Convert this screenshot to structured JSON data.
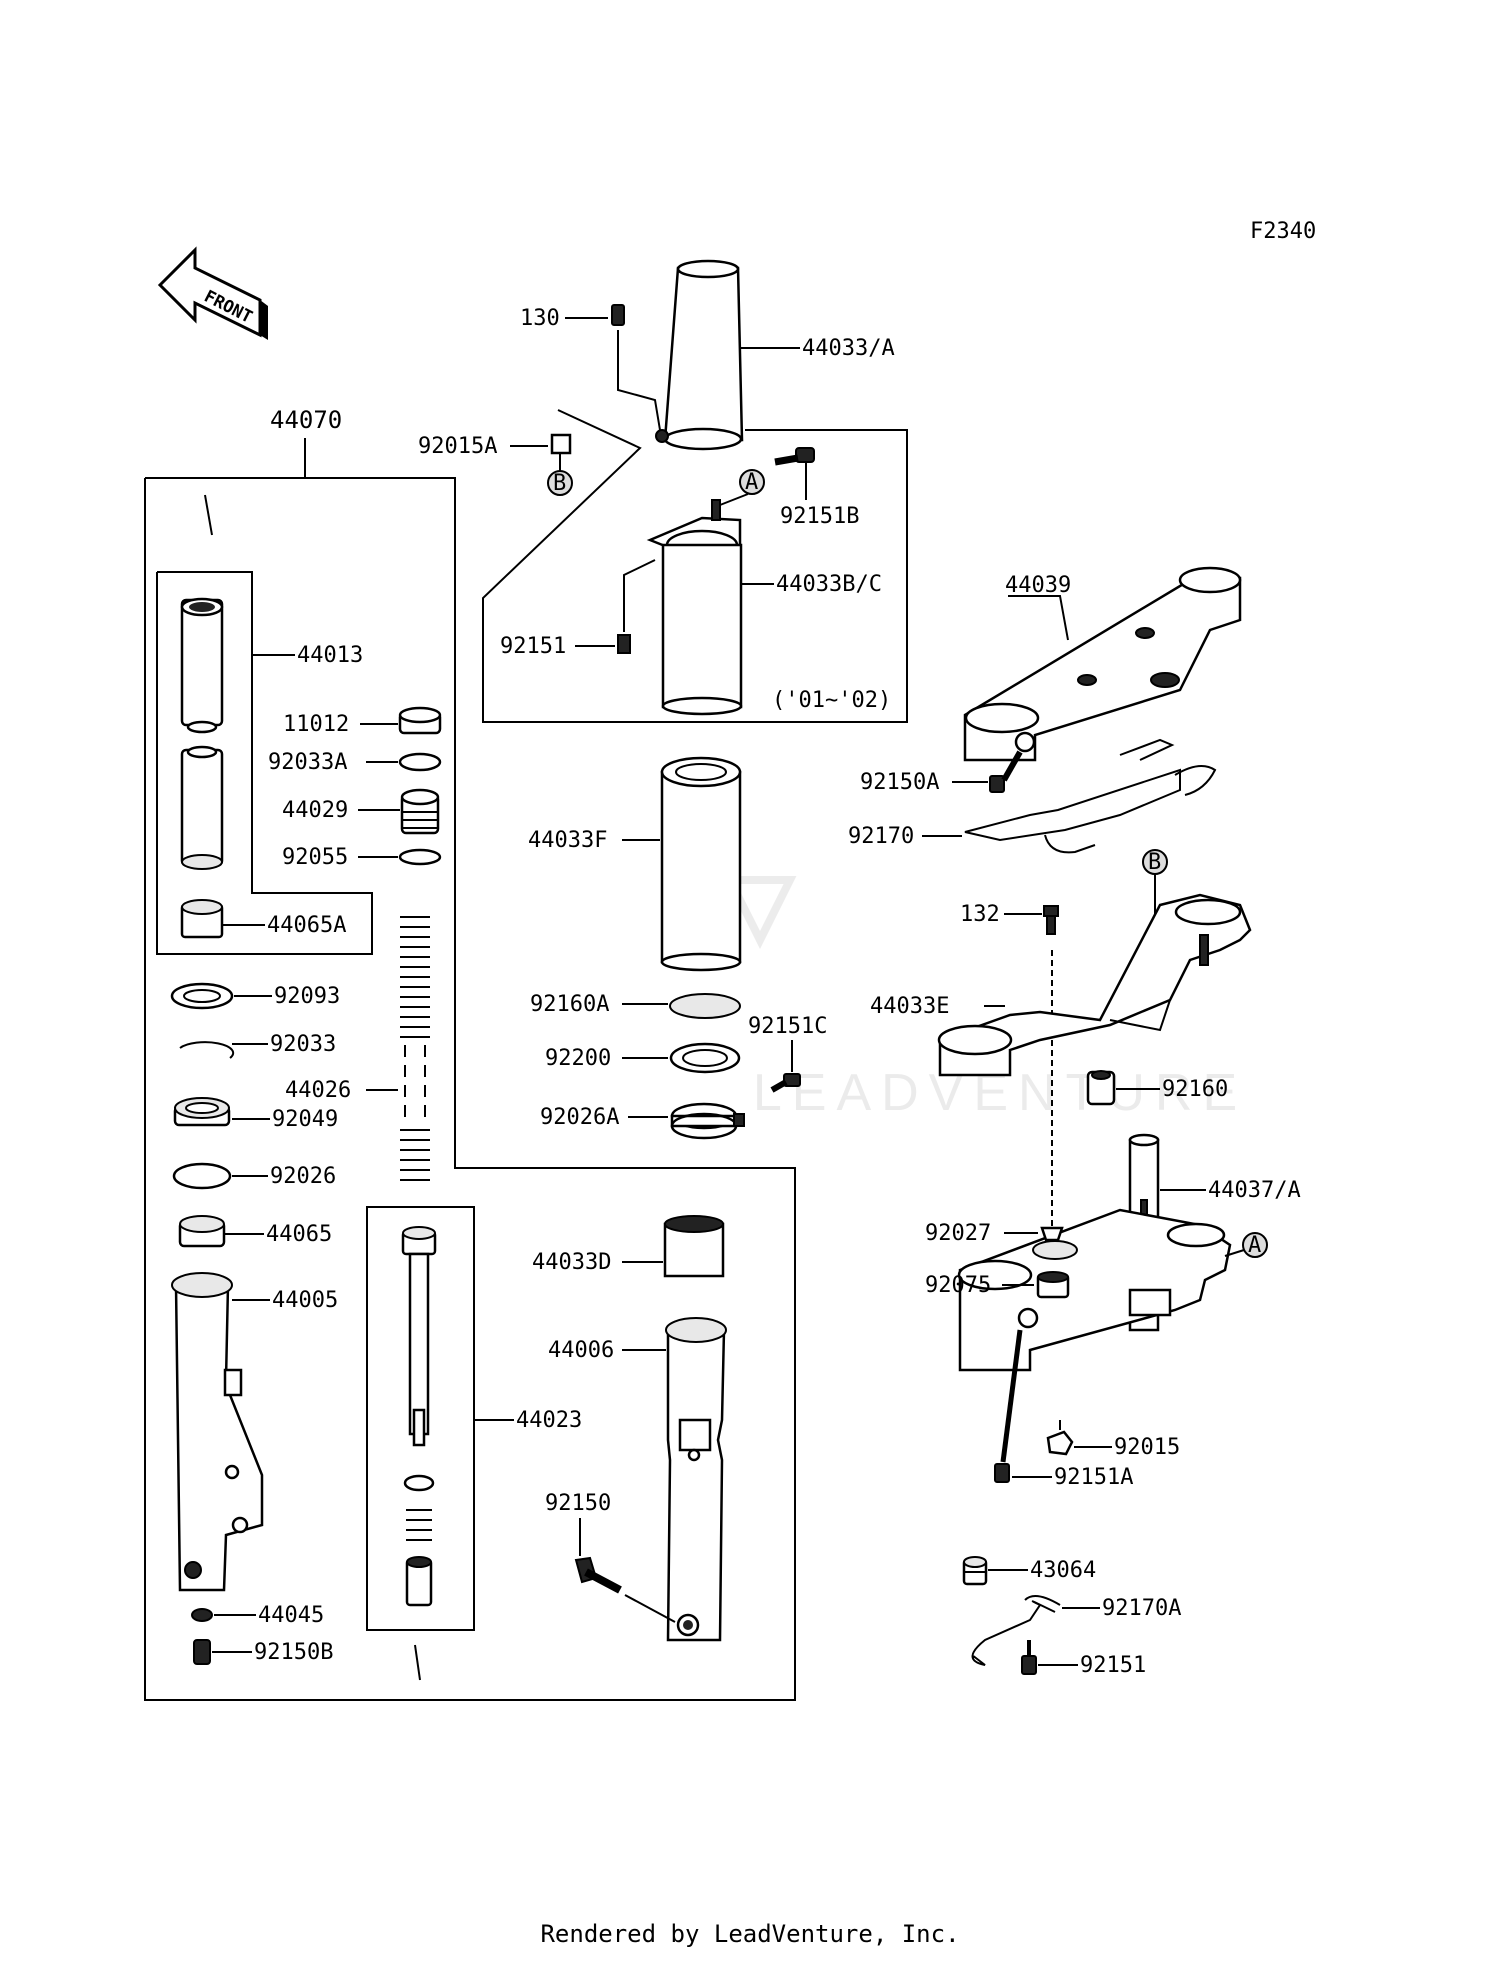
{
  "diagram_code": "F2340",
  "front_label": "FRONT",
  "watermark": "LEADVENTURE",
  "footer": "Rendered by LeadVenture, Inc.",
  "callouts": {
    "a": "A",
    "b": "B"
  },
  "year_note": "('01~'02)",
  "parts": {
    "p44070": "44070",
    "p44013": "44013",
    "p11012": "11012",
    "p92033A": "92033A",
    "p44029": "44029",
    "p92055": "92055",
    "p44065A": "44065A",
    "p92093": "92093",
    "p92033": "92033",
    "p44026": "44026",
    "p92049": "92049",
    "p92026": "92026",
    "p44065": "44065",
    "p44005": "44005",
    "p44045": "44045",
    "p92150B": "92150B",
    "p44023": "44023",
    "p130": "130",
    "p44033A": "44033/A",
    "p92015A": "92015A",
    "p92151B": "92151B",
    "p44033BC": "44033B/C",
    "p92151_top": "92151",
    "p44033F": "44033F",
    "p92160A": "92160A",
    "p92200": "92200",
    "p92151C": "92151C",
    "p92026A": "92026A",
    "p44033D": "44033D",
    "p44006": "44006",
    "p92150": "92150",
    "p44039": "44039",
    "p92150A": "92150A",
    "p92170": "92170",
    "p132": "132",
    "p44033E": "44033E",
    "p92160": "92160",
    "p44037A": "44037/A",
    "p92027": "92027",
    "p92075": "92075",
    "p92015": "92015",
    "p92151A": "92151A",
    "p43064": "43064",
    "p92170A": "92170A",
    "p92151_bottom": "92151"
  }
}
